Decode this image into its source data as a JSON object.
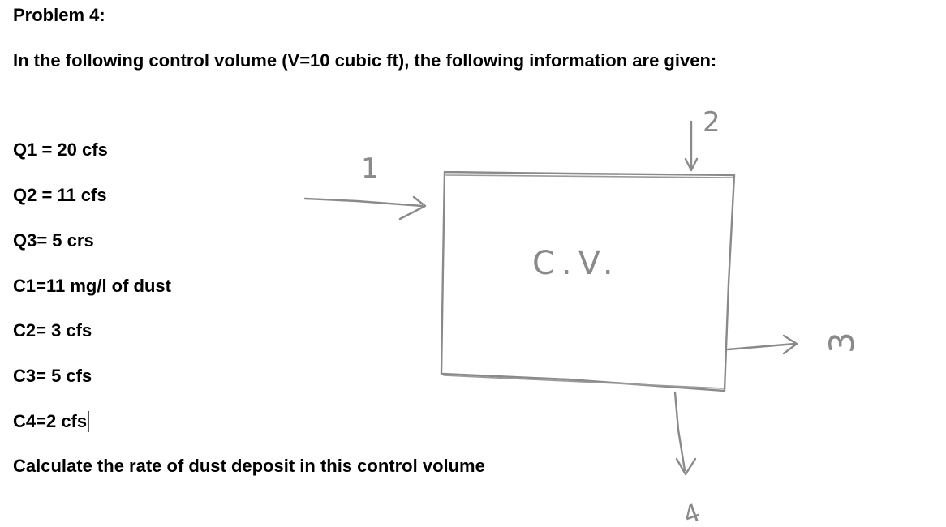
{
  "problem": {
    "title": "Problem 4:",
    "intro": "In the following control volume  (V=10 cubic ft), the following information are given:",
    "given": [
      "Q1 = 20 cfs",
      "Q2 = 11 cfs",
      "Q3= 5 crs",
      "C1=11 mg/l of dust",
      "C2= 3 cfs",
      "C3= 5 cfs",
      "C4=2 cfs"
    ],
    "question": "Calculate the rate of dust deposit in this control volume"
  },
  "diagram": {
    "cv_label": "C.V.",
    "stream_labels": {
      "inlet_1": "1",
      "inlet_2": "2",
      "outlet_3": "3",
      "outlet_4": "4"
    }
  }
}
